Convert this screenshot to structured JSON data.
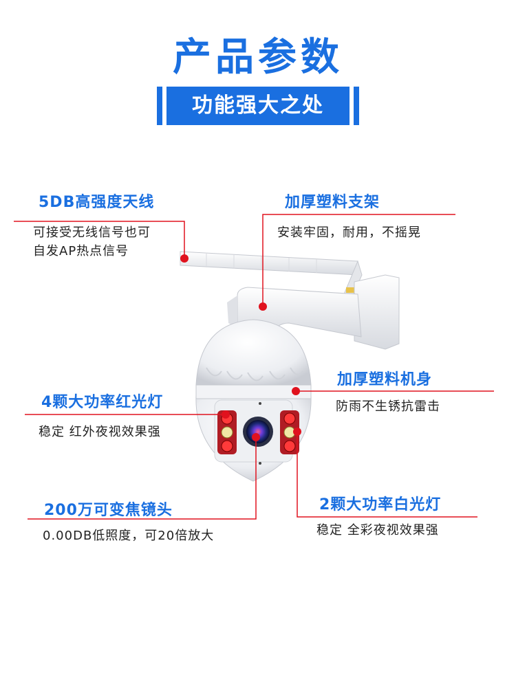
{
  "header": {
    "title": "产品参数",
    "subtitle": "功能强大之处"
  },
  "features": {
    "antenna": {
      "title": "5DB高强度天线",
      "desc_line1": "可接受无线信号也可",
      "desc_line2": "自发AP热点信号"
    },
    "bracket": {
      "title": "加厚塑料支架",
      "desc": "安装牢固，耐用，不摇晃"
    },
    "body": {
      "title": "加厚塑料机身",
      "desc": "防雨不生锈抗雷击"
    },
    "ir_lights": {
      "title": "4颗大功率红光灯",
      "desc": "稳定 红外夜视效果强"
    },
    "lens": {
      "title": "200万可变焦镜头",
      "desc": "0.00DB低照度，可20倍放大"
    },
    "white_lights": {
      "title": "2颗大功率白光灯",
      "desc": "稳定 全彩夜视效果强"
    }
  },
  "colors": {
    "accent": "#1a6fe0",
    "callout_line": "#e0121e"
  }
}
